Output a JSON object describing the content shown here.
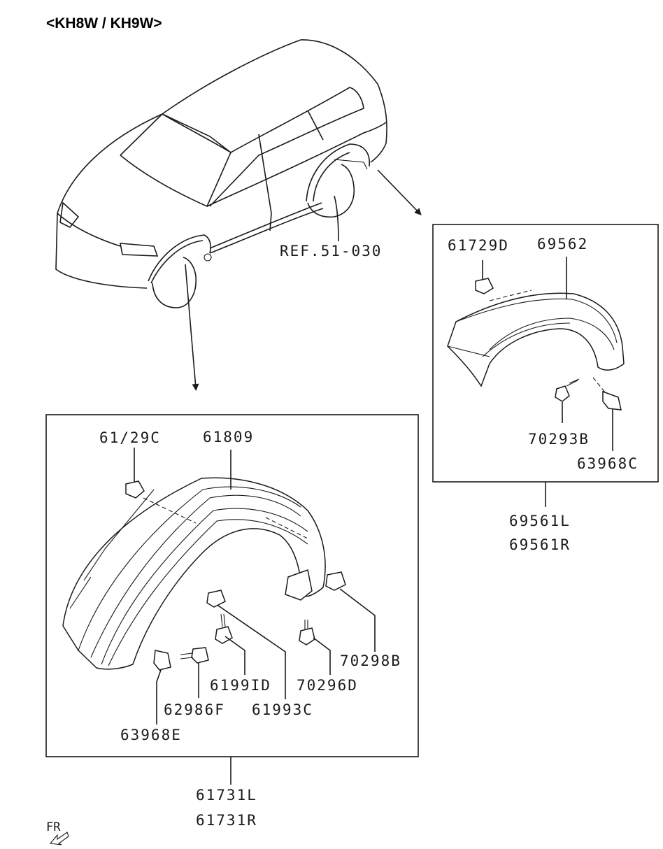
{
  "title": "<KH8W / KH9W>",
  "reference": "REF.51-030",
  "front_indicator": "FR",
  "front_assembly": {
    "parts": {
      "p61729C": "61/29C",
      "p61809": "61809",
      "p61991D": "6199ID",
      "p61993C": "61993C",
      "p62986F": "62986F",
      "p63968E": "63968E",
      "p70296D": "70296D",
      "p70298B": "70298B"
    },
    "assembly_left": "61731L",
    "assembly_right": "61731R"
  },
  "rear_assembly": {
    "parts": {
      "p61729D": "61729D",
      "p69562": "69562",
      "p70293B": "70293B",
      "p63968C": "63968C"
    },
    "assembly_left": "69561L",
    "assembly_right": "69561R"
  }
}
